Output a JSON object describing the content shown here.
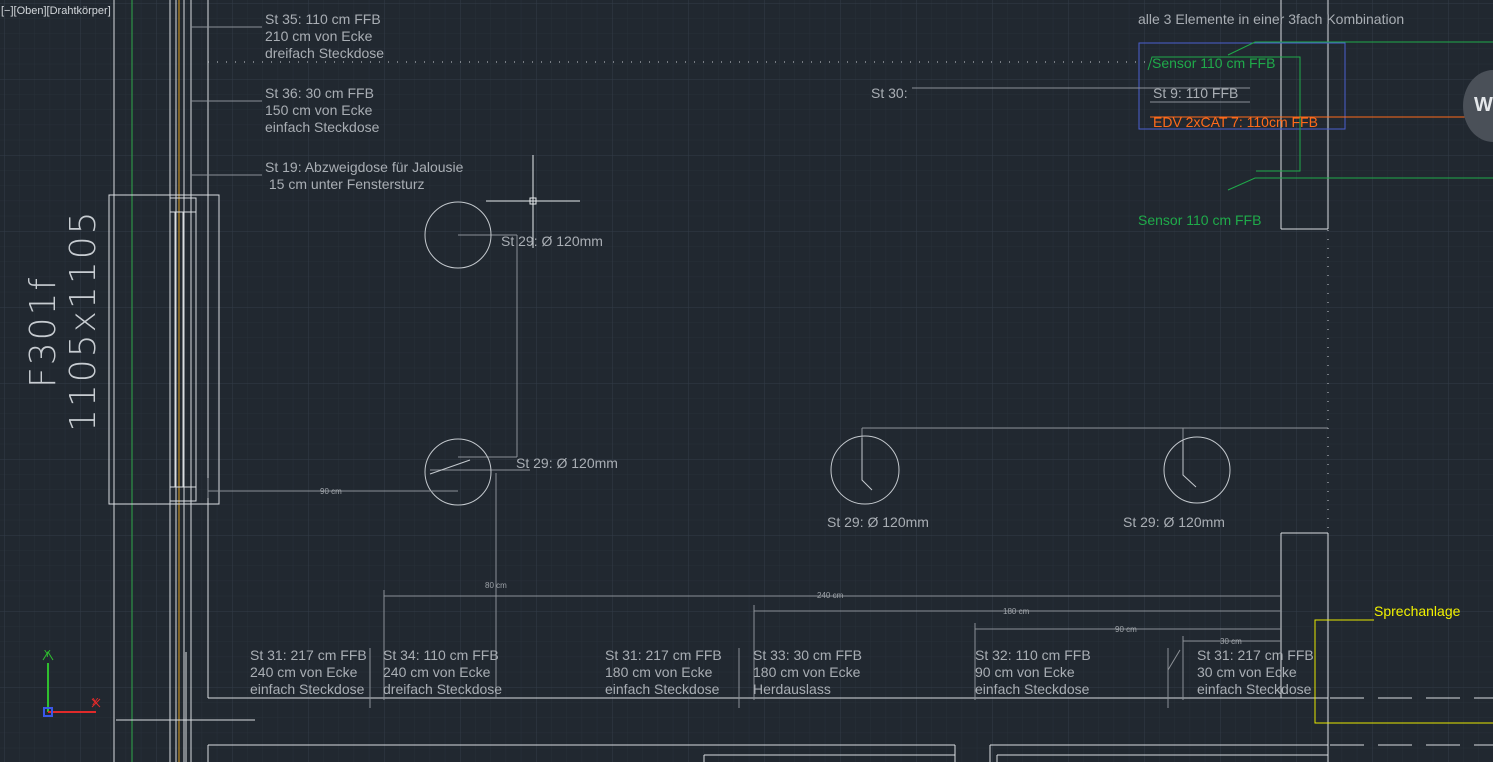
{
  "viewport": {
    "label": "[−][Oben][Drahtkörper]"
  },
  "window_tag": {
    "line1": "F301f",
    "line2": "1105x1105"
  },
  "nav_cube": {
    "letter": "W"
  },
  "ucs": {
    "y": "Y",
    "x": "X"
  },
  "annotations": {
    "st35": {
      "l1": "St 35: 110 cm FFB",
      "l2": "210 cm von Ecke",
      "l3": "dreifach Steckdose"
    },
    "st36": {
      "l1": "St 36: 30 cm FFB",
      "l2": "150 cm von Ecke",
      "l3": "einfach Steckdose"
    },
    "st19": {
      "l1": "St 19: Abzweigdose für Jalousie",
      "l2": " 15 cm unter Fenstersturz"
    },
    "st30": "St 30:",
    "combo_note": "alle 3 Elemente in einer 3fach Kombination",
    "sensor_top": "Sensor 110 cm FFB",
    "st9": "St 9: 110 FFB",
    "edv": "EDV 2xCAT 7: 110cm FFB",
    "sensor_bottom": "Sensor 110 cm FFB",
    "st29_a": "St 29: Ø 120mm",
    "st29_b": "St 29: Ø 120mm",
    "st29_c": "St 29: Ø 120mm",
    "st29_d": "St 29: Ø 120mm",
    "sprechanlage": "Sprechanlage",
    "bottom_row": [
      {
        "l1": "St 31: 217 cm FFB",
        "l2": "240 cm von Ecke",
        "l3": "einfach Steckdose"
      },
      {
        "l1": "St 34: 110 cm FFB",
        "l2": "240 cm von Ecke",
        "l3": "dreifach Steckdose"
      },
      {
        "l1": "St 31: 217 cm FFB",
        "l2": "180 cm von Ecke",
        "l3": "einfach Steckdose"
      },
      {
        "l1": "St 33: 30 cm FFB",
        "l2": "180 cm von Ecke",
        "l3": "Herdauslass"
      },
      {
        "l1": "St 32: 110 cm FFB",
        "l2": "90 cm von Ecke",
        "l3": "einfach Steckdose"
      },
      {
        "l1": "St 31: 217 cm FFB",
        "l2": "30 cm von Ecke",
        "l3": "einfach Steckdose"
      }
    ]
  },
  "dimensions": {
    "d_left_90": "90 cm",
    "d_vert_80": "80 cm",
    "d_240": "240 cm",
    "d_180": "180 cm",
    "d_90": "90 cm",
    "d_30": "30 cm"
  },
  "colors": {
    "background": "#212830",
    "grid_minor": "#2a323b",
    "grid_major": "#323b45",
    "lines": "#d9dde1",
    "dim_lines": "#8c9197",
    "green": "#1faa4a",
    "orange": "#ff6a1a",
    "yellow": "#f2f200",
    "blue": "#4a5fd0",
    "ucs_green": "#2fbf2f",
    "ucs_red": "#e02a2a",
    "ucs_blue": "#3a57e8"
  }
}
